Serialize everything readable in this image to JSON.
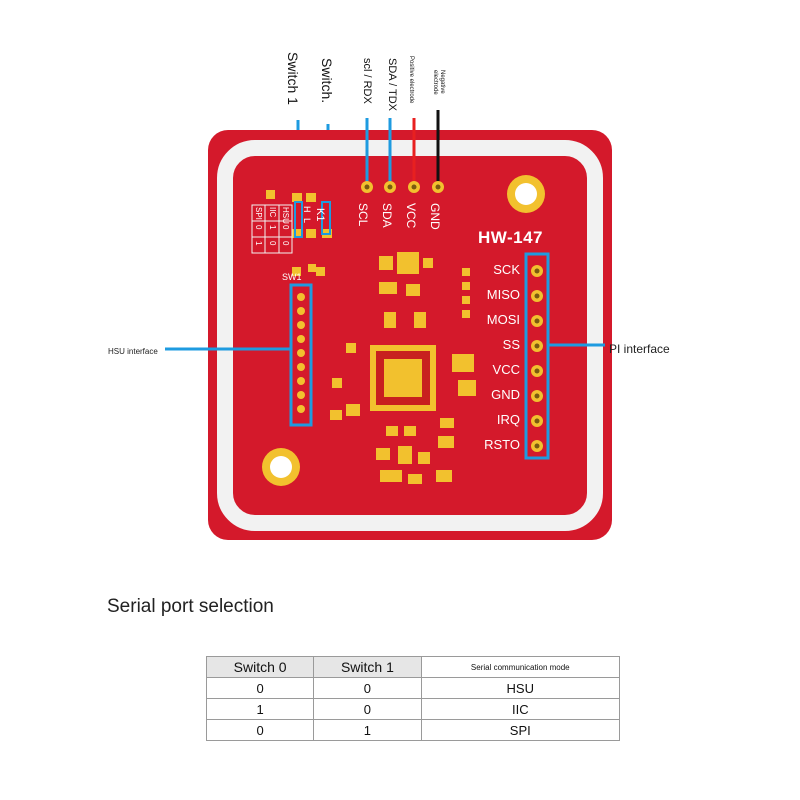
{
  "wire_labels": {
    "switch1": "Switch 1",
    "switch0": "Switch.",
    "scl_rdx": "scl / RDX",
    "sda_tdx": "SDA / TDX",
    "positive": "Positive electrode",
    "negative": "Negative electrode"
  },
  "board": {
    "model": "HW-147",
    "top_pins": [
      "SCL",
      "SDA",
      "VCC",
      "GND"
    ],
    "spi_pins": [
      "SCK",
      "MISO",
      "MOSI",
      "SS",
      "VCC",
      "GND",
      "IRQ",
      "RSTO"
    ],
    "switch_silk": {
      "label": "SW1",
      "k": "K1",
      "h": "H",
      "l": "L"
    },
    "mode_table_silk": {
      "headers": [
        "HSU",
        "IIC",
        "SPI"
      ],
      "row0": [
        "0",
        "1",
        "0"
      ],
      "row1": [
        "0",
        "0",
        "1"
      ]
    },
    "colors": {
      "pcb": "#d4192b",
      "gold": "#f2c12e",
      "silkscreen": "#f2f2f2",
      "callout": "#1e9be0"
    }
  },
  "callouts": {
    "hsu": "HSU interface",
    "spi": "PI interface"
  },
  "section_title": "Serial port selection",
  "mode_table": {
    "headers": [
      "Switch 0",
      "Switch 1",
      "Serial communication mode"
    ],
    "rows": [
      [
        "0",
        "0",
        "HSU"
      ],
      [
        "1",
        "0",
        "IIC"
      ],
      [
        "0",
        "1",
        "SPI"
      ]
    ]
  }
}
